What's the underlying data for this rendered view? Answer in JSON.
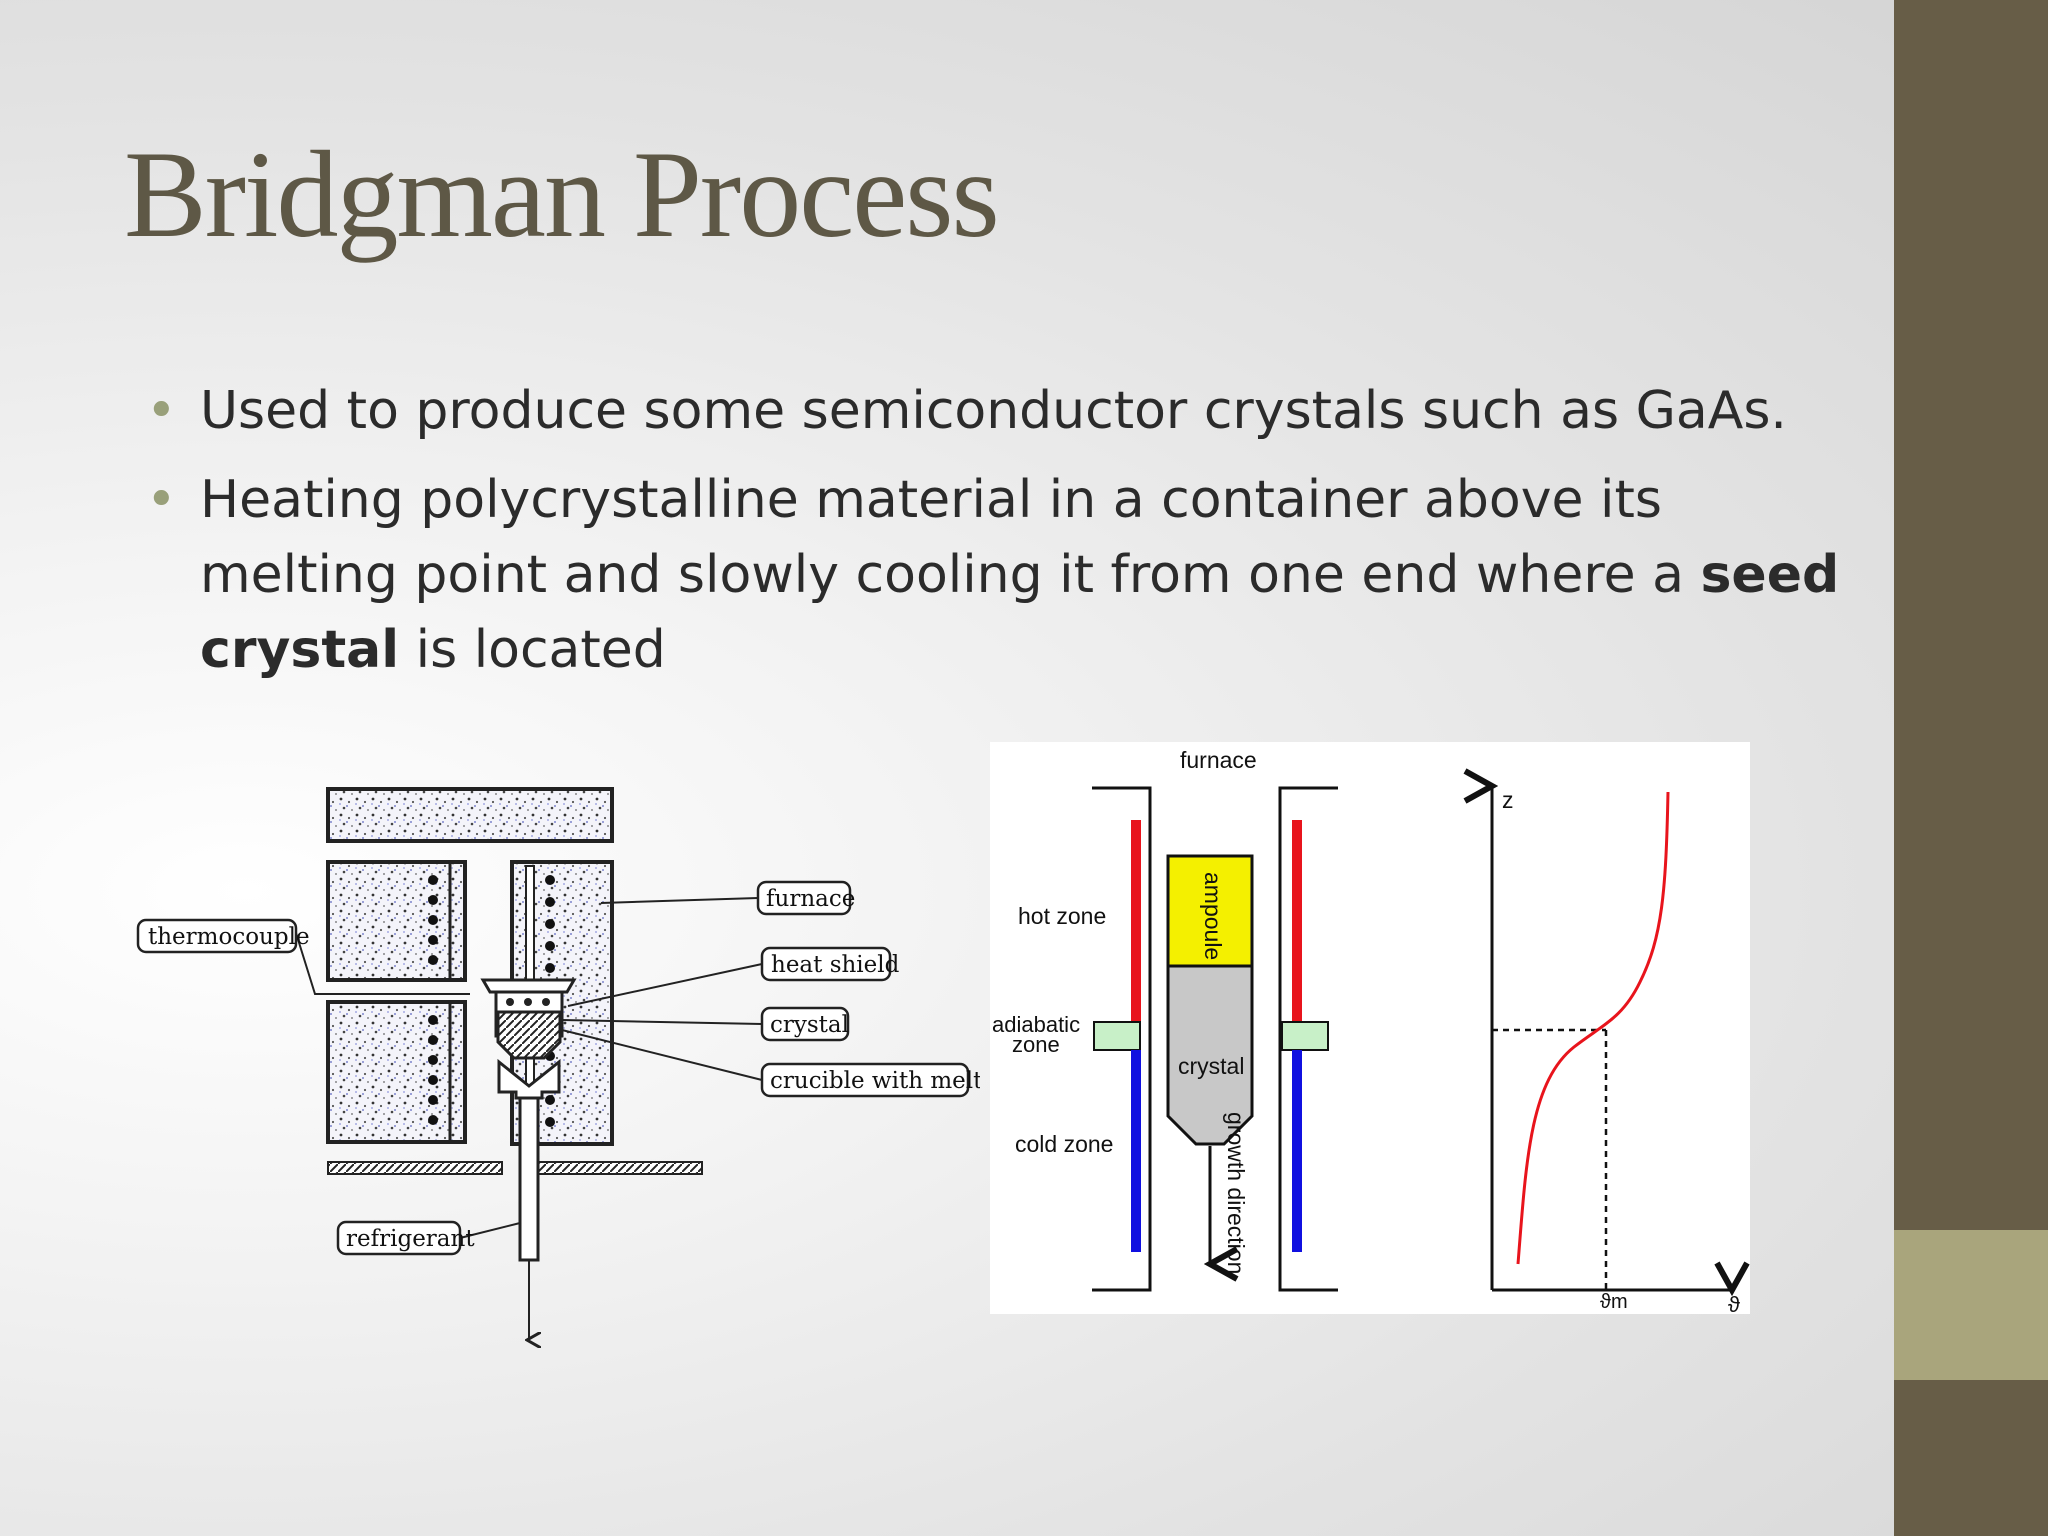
{
  "slide": {
    "title": "Bridgman Process",
    "bullets": [
      {
        "text": "Used to produce some semiconductor crystals such as GaAs."
      },
      {
        "before": "Heating polycrystalline material in a container above its melting point and slowly cooling it from one end where a ",
        "bold": "seed crystal",
        "after": " is located"
      }
    ]
  },
  "left_figure": {
    "labels": {
      "thermocouple": "thermocouple",
      "furnace": "furnace",
      "heat_shield": "heat shield",
      "crystal": "crystal",
      "crucible": "crucible with melt",
      "refrigerant": "refrigerant"
    }
  },
  "right_figure": {
    "labels": {
      "furnace": "furnace",
      "hot_zone": "hot zone",
      "adiabatic_1": "adiabatic",
      "adiabatic_2": "zone",
      "cold_zone": "cold zone",
      "ampoule": "ampoule",
      "crystal": "crystal",
      "growth": "growth direction",
      "z_axis": "z",
      "theta_axis": "ϑ",
      "theta_m": "ϑm"
    }
  },
  "colors": {
    "title": "#5e5846",
    "side_bar": "#675d47",
    "side_accent": "#a9a57c",
    "bullet": "#99a07a",
    "hot_zone": "#e8141c",
    "cold_zone": "#1010e0",
    "adiabatic": "#c8f0c8",
    "ampoule": "#f4f000",
    "crystal": "#c8c8c8"
  }
}
